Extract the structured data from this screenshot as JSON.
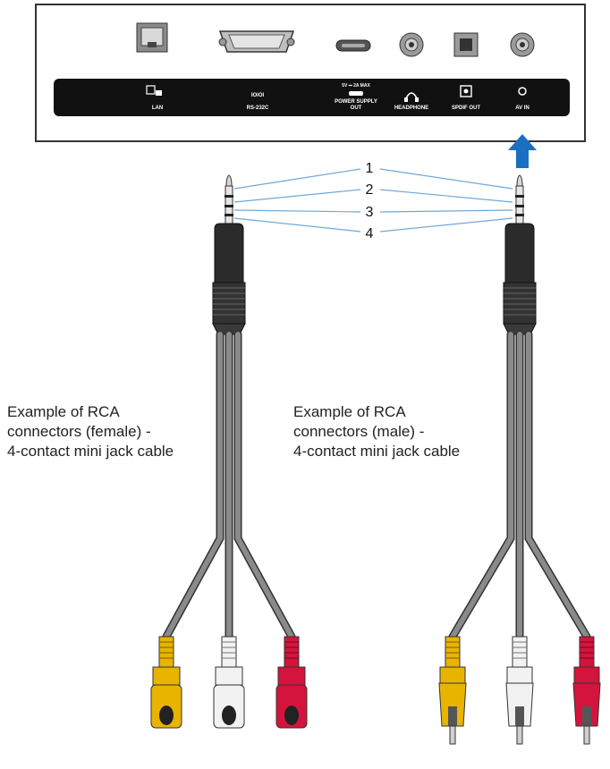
{
  "panel": {
    "ports": [
      {
        "id": "lan",
        "label": "LAN"
      },
      {
        "id": "rs232c",
        "label": "RS-232C",
        "sublabel": "IOIOI"
      },
      {
        "id": "power",
        "label": "POWER SUPPLY",
        "label2": "OUT",
        "sublabel": "5V ⎓ 2A MAX"
      },
      {
        "id": "headphone",
        "label": "HEADPHONE"
      },
      {
        "id": "spdif",
        "label": "SPDIF OUT"
      },
      {
        "id": "avin",
        "label": "AV IN"
      }
    ]
  },
  "contacts": [
    "1",
    "2",
    "3",
    "4"
  ],
  "captions": {
    "left": [
      "Example of RCA",
      "connectors (female) -",
      "4-contact mini jack cable"
    ],
    "right": [
      "Example of RCA",
      "connectors (male) -",
      "4-contact mini jack cable"
    ]
  },
  "colors": {
    "panel_strip": "#111111",
    "arrow": "#1a6fc1",
    "leader_lines": "#6fa8d8",
    "cable": "#707070",
    "rca_yellow": "#e8b400",
    "rca_white": "#f2f2f2",
    "rca_red": "#d4143c"
  }
}
